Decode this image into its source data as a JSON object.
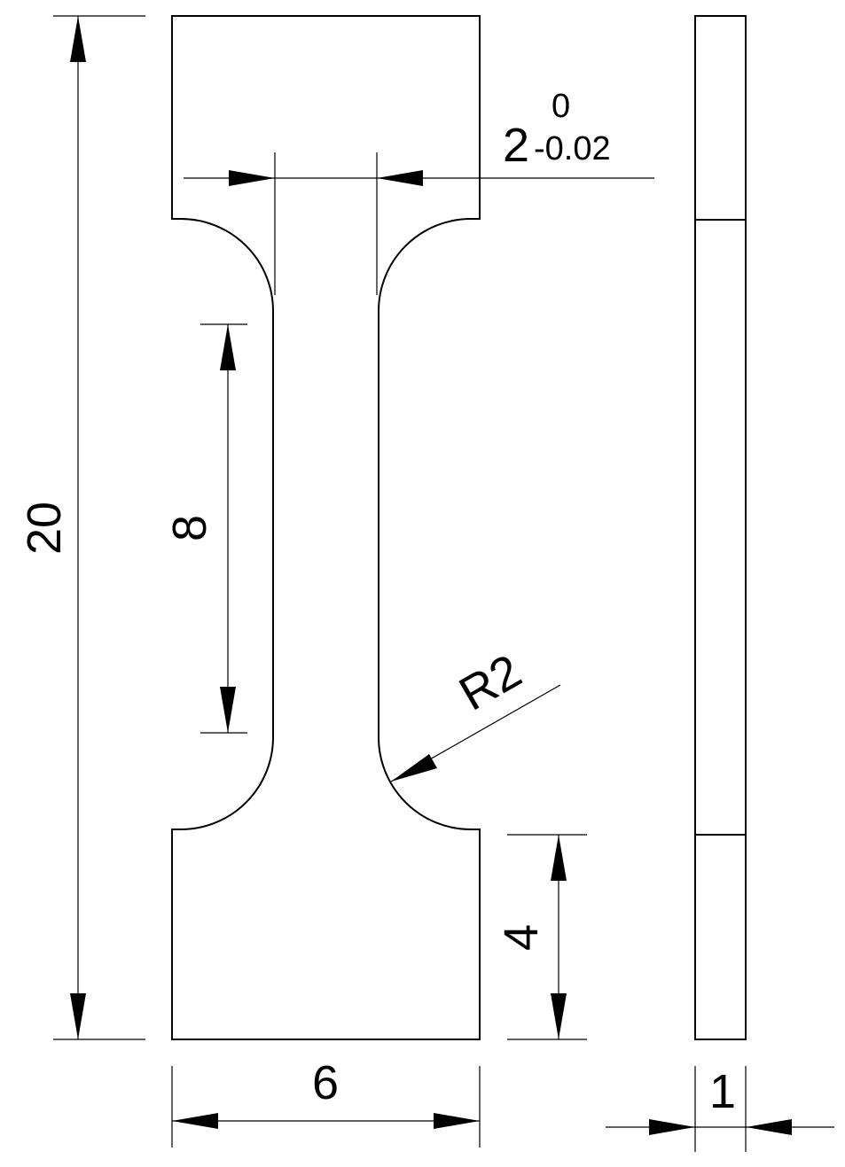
{
  "dimensions": {
    "overall_length": "20",
    "gauge_length": "8",
    "gauge_width_nominal": "2",
    "gauge_width_upper_tol": "0",
    "gauge_width_lower_tol": "-0.02",
    "fillet_radius": "R2",
    "grip_length": "4",
    "overall_width": "6",
    "thickness": "1"
  },
  "colors": {
    "line": "#000000",
    "background": "#ffffff"
  }
}
